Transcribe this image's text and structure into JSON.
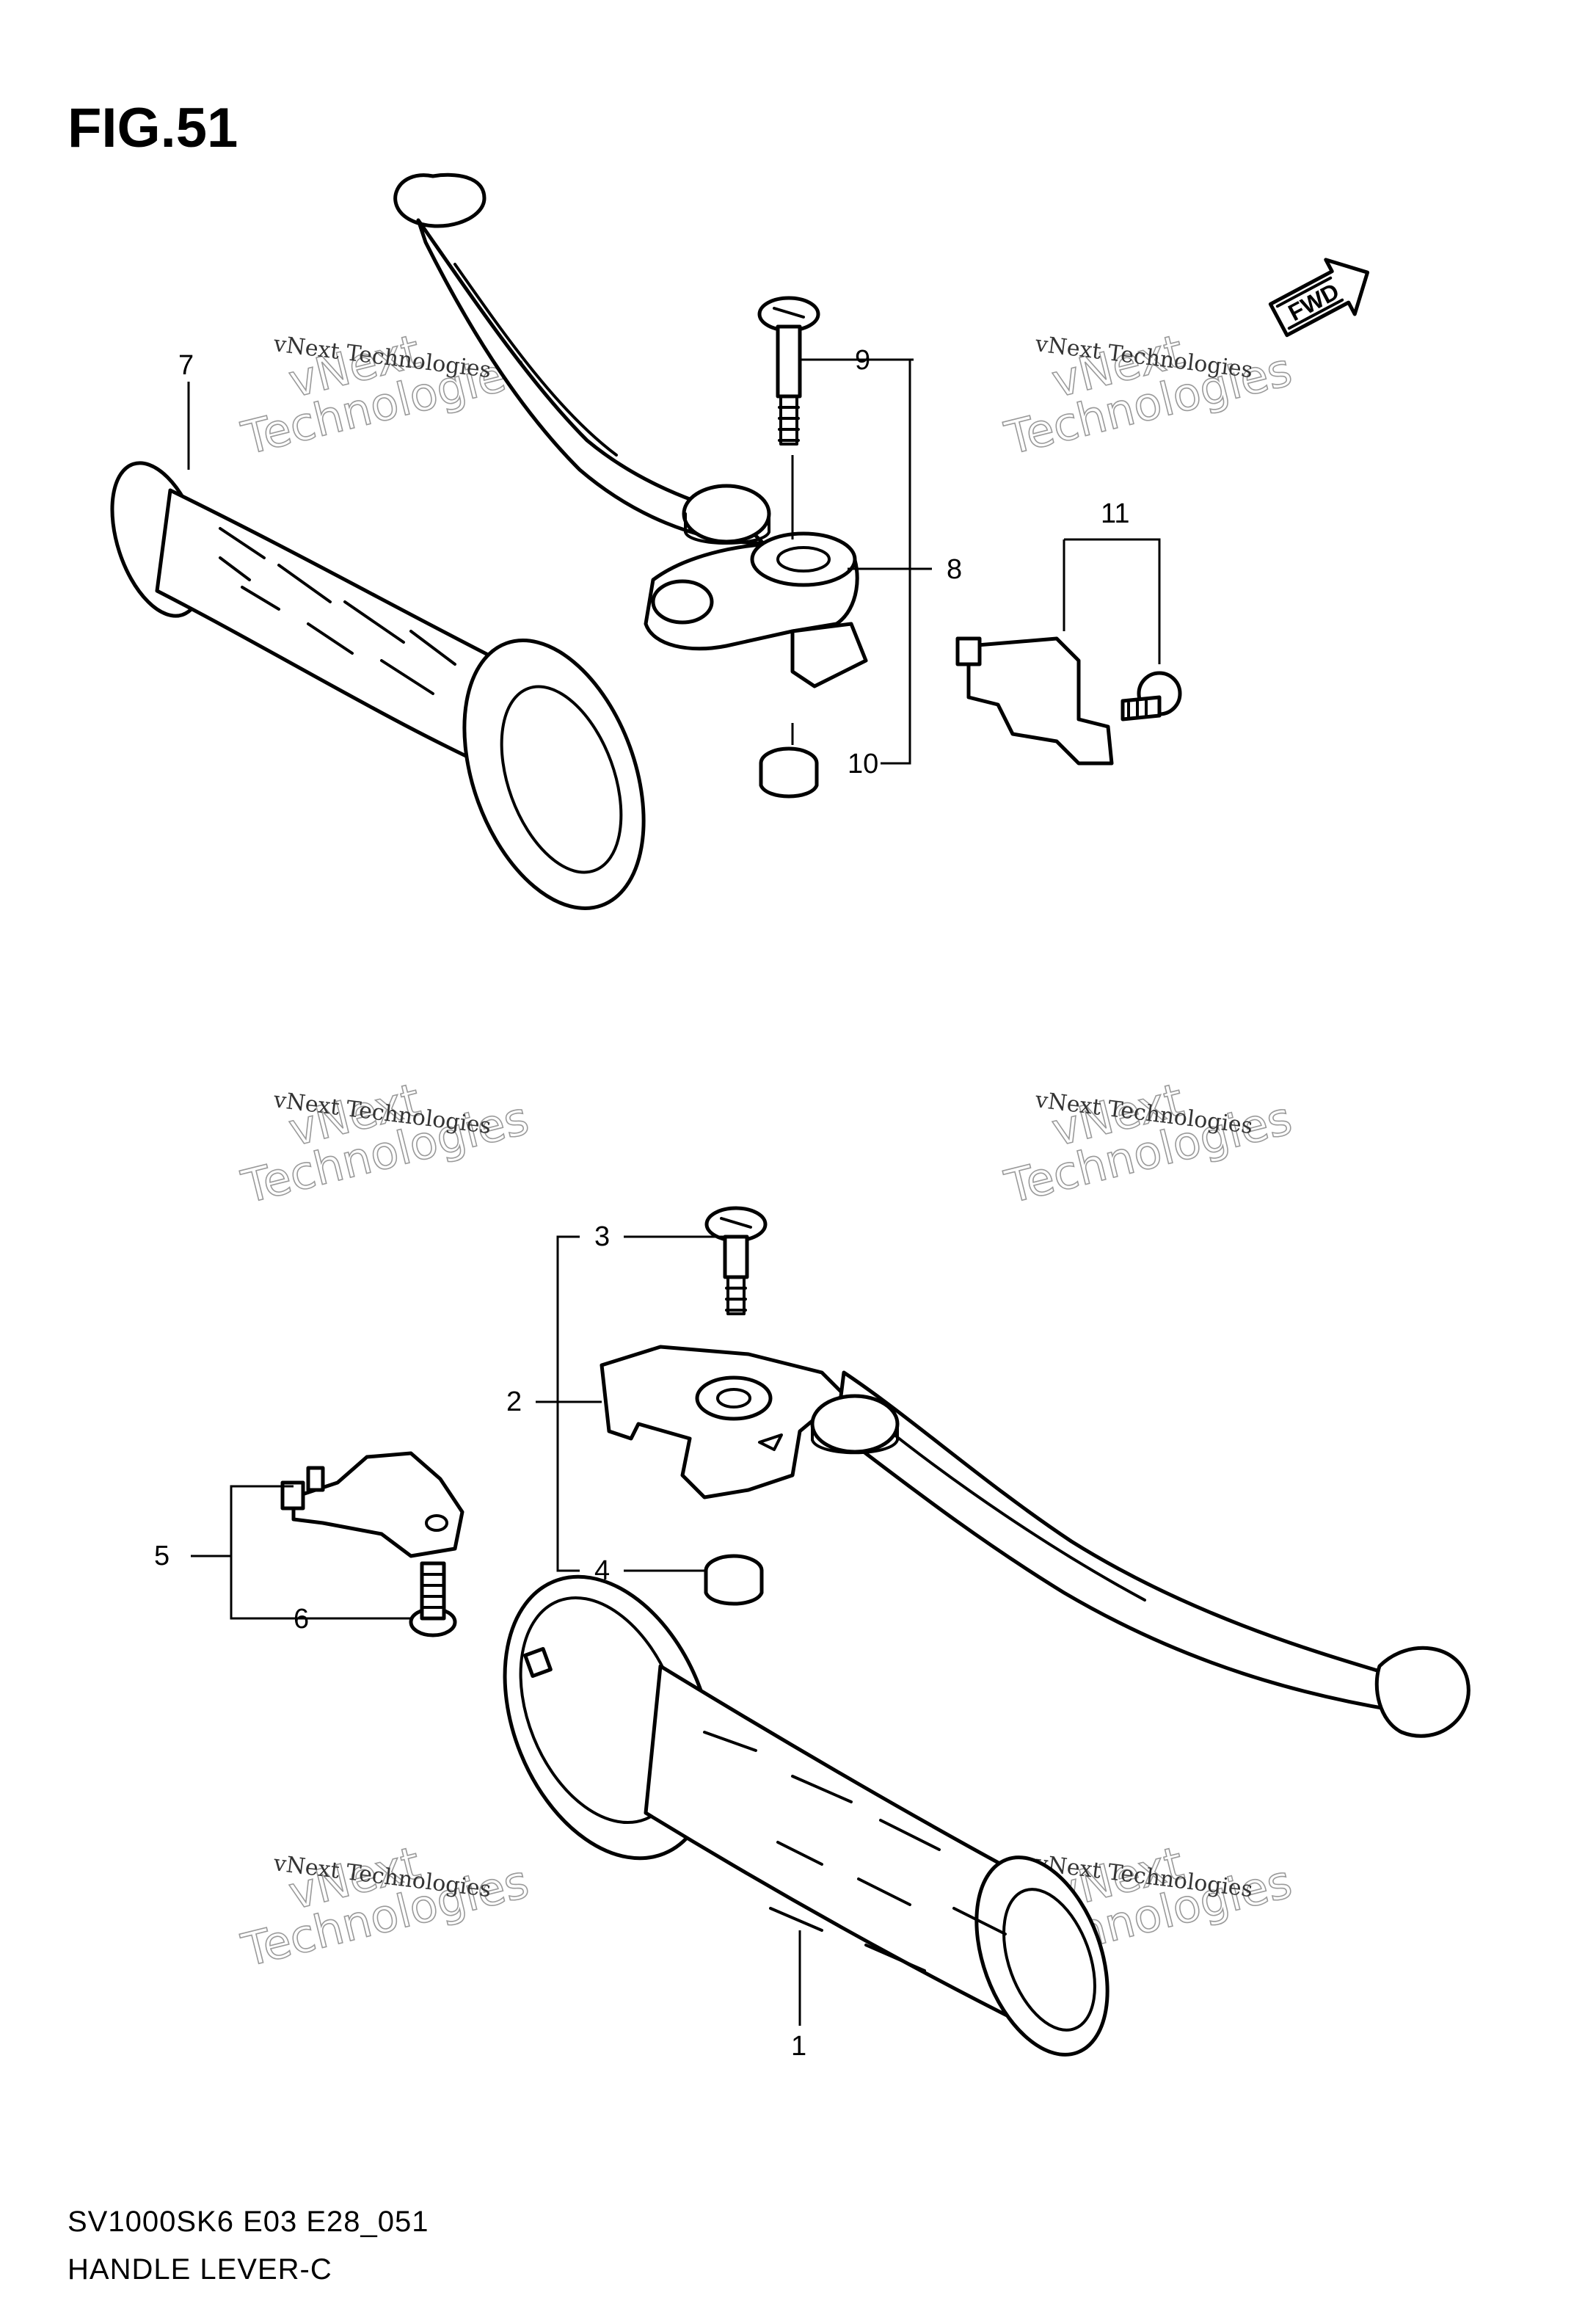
{
  "figure": {
    "title": "FIG.51"
  },
  "fwd_badge": {
    "label": "FWD",
    "icon": "fwd-arrow-icon"
  },
  "callouts": [
    "1",
    "2",
    "3",
    "4",
    "5",
    "6",
    "7",
    "8",
    "9",
    "10",
    "11"
  ],
  "watermark": {
    "line_small": "vNext Technologies",
    "line_big_1": "vNext",
    "line_big_2": "Technologies"
  },
  "footer": {
    "model_code": "SV1000SK6 E03 E28_051",
    "section_name": "HANDLE LEVER-C"
  }
}
